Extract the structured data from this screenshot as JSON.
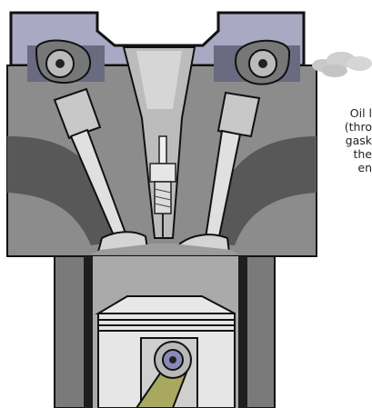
{
  "caption": {
    "lines": [
      "Oil l",
      "(thro",
      "gask",
      "the",
      "en"
    ]
  },
  "colors": {
    "head_cover": "#a9a9c4",
    "block": "#8c8c8c",
    "port_dark": "#4f4f4f",
    "steel": "#d8d8d8",
    "outline": "#111111",
    "smoke": "#c9c9c9",
    "conrod": "#a8a860"
  }
}
